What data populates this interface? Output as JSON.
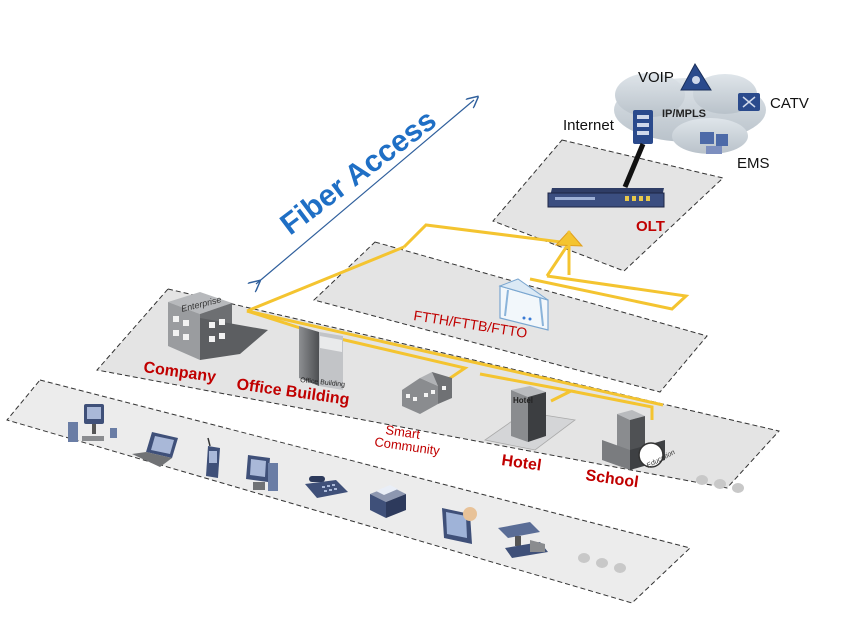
{
  "title": "Fiber Access",
  "core": {
    "cloud_label": "IP/MPLS",
    "voip": "VOIP",
    "catv": "CATV",
    "internet": "Internet",
    "ems": "EMS"
  },
  "layers": {
    "olt": "OLT",
    "ftth": "FTTH/FTTB/FTTO"
  },
  "sites": {
    "company": "Company",
    "enterprise_sign": "Enterprise",
    "office_building": "Office Building",
    "office_sign": "Office Building",
    "smart_community_1": "Smart",
    "smart_community_2": "Community",
    "hotel": "Hotel",
    "hotel_sign": "Hotel",
    "school": "School",
    "school_sign": "Education"
  },
  "colors": {
    "title_blue": "#1f6fc5",
    "label_red": "#c00000",
    "fiber_yellow": "#f4c430",
    "plane_gray": "#e6e6e6"
  }
}
